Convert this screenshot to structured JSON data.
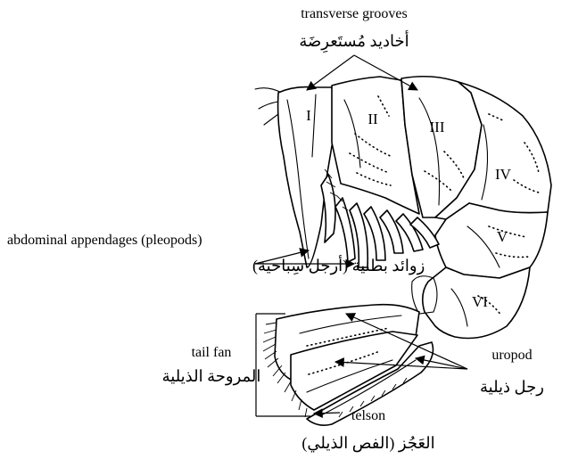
{
  "labels": {
    "transverse_grooves": {
      "en": "transverse grooves",
      "ar": "أخاديد مُستَعرِضَة"
    },
    "pleopods": {
      "en": "abdominal appendages (pleopods)",
      "ar": "زوائد بطنية (أرجل سِباحية)"
    },
    "tail_fan": {
      "en": "tail fan",
      "ar": "المروحة الذيلية"
    },
    "uropod": {
      "en": "uropod",
      "ar": "رجل ذيلية"
    },
    "telson": {
      "en": "telson",
      "ar": "العَجُز (الفص الذيلي)"
    }
  },
  "segments": [
    "I",
    "II",
    "III",
    "IV",
    "V",
    "VI"
  ]
}
